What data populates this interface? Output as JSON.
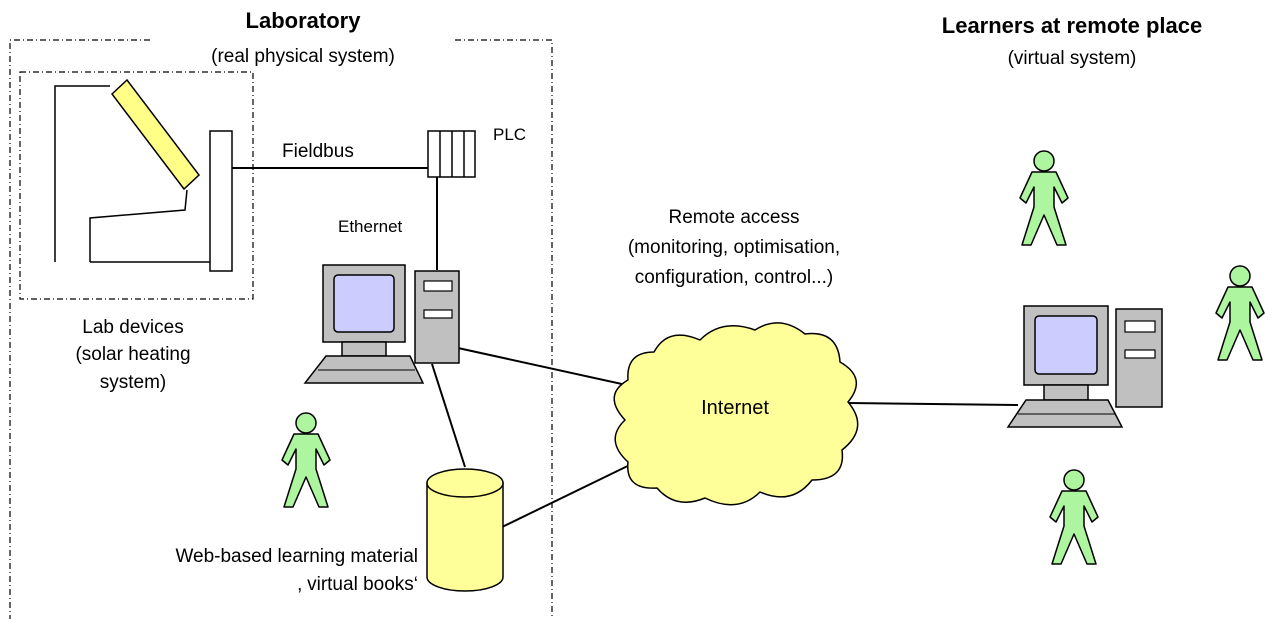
{
  "laboratory": {
    "title": "Laboratory",
    "subtitle": "(real physical system)"
  },
  "remote": {
    "title": "Learners at remote place",
    "subtitle": "(virtual system)"
  },
  "lab_devices": {
    "line1": "Lab devices",
    "line2": "(solar heating",
    "line3": "system)"
  },
  "fieldbus_label": "Fieldbus",
  "plc_label": "PLC",
  "ethernet_label": "Ethernet",
  "remote_access": {
    "line1": "Remote access",
    "line2": "(monitoring, optimisation,",
    "line3": "configuration, control...)"
  },
  "internet_label": "Internet",
  "learning_material": {
    "line1": "Web-based learning material",
    "line2": "‚ virtual books‘"
  },
  "colors": {
    "person_fill": "#aef5a0",
    "solar_panel": "#ffff88",
    "cloud_fill": "#ffff99",
    "database_fill": "#ffff99",
    "monitor_screen": "#ccccff",
    "computer_gray": "#c0c0c0"
  }
}
